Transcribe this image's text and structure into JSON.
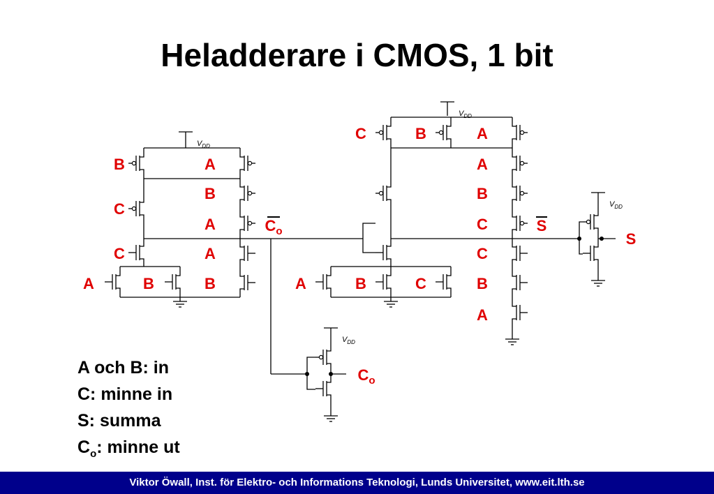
{
  "title": "Heladderare i CMOS, 1 bit",
  "diagram": {
    "supply_label": "V",
    "supply_sub": "DD",
    "inputs": {
      "a": "A",
      "b": "B",
      "c": "C"
    },
    "carry_out": "C",
    "carry_out_sub": "o",
    "sum_bar": "S",
    "sum_out": "S"
  },
  "legend": [
    {
      "main": "A och B: in"
    },
    {
      "main": "C: minne in"
    },
    {
      "main": "S: summa"
    },
    {
      "pre": "C",
      "sub": "o",
      "post": ": minne ut"
    }
  ],
  "footer": "Viktor Öwall, Inst. för Elektro- och Informations Teknologi, Lunds Universitet, www.eit.lth.se",
  "colors": {
    "label_red": "#e00000",
    "footer_bg": "#00008b",
    "footer_text": "#ffffff"
  }
}
